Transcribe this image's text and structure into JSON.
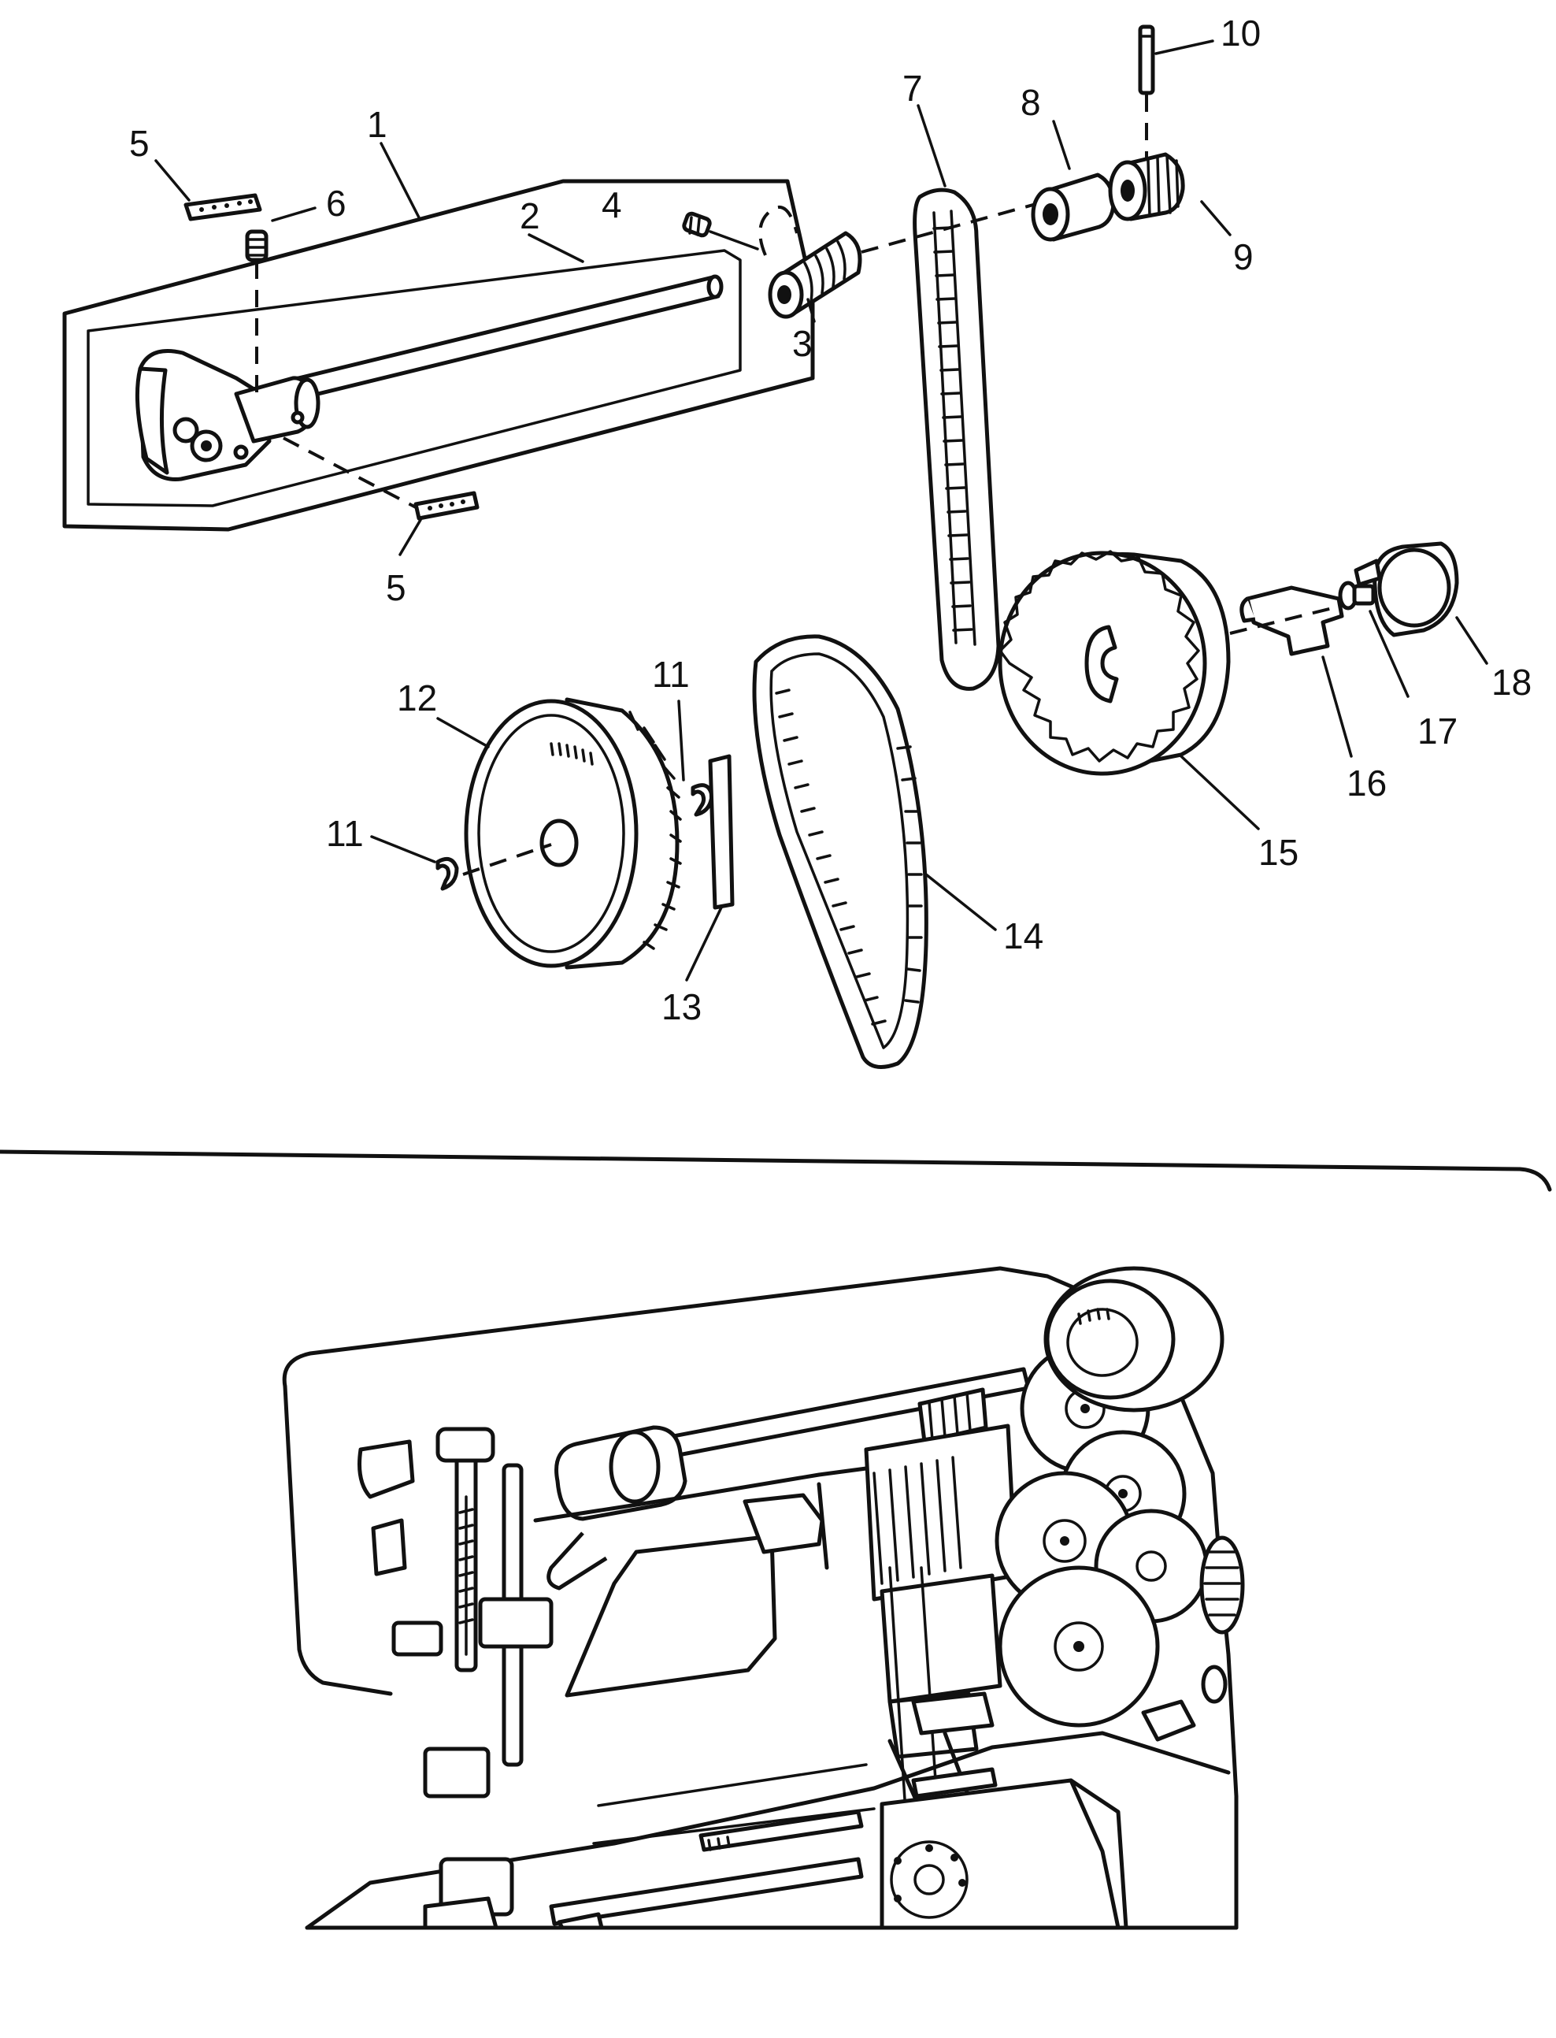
{
  "callouts": [
    {
      "id": "c1",
      "text": "1"
    },
    {
      "id": "c2",
      "text": "2"
    },
    {
      "id": "c3",
      "text": "3"
    },
    {
      "id": "c4",
      "text": "4"
    },
    {
      "id": "c5a",
      "text": "5"
    },
    {
      "id": "c5b",
      "text": "5"
    },
    {
      "id": "c6",
      "text": "6"
    },
    {
      "id": "c7",
      "text": "7"
    },
    {
      "id": "c8",
      "text": "8"
    },
    {
      "id": "c9",
      "text": "9"
    },
    {
      "id": "c10",
      "text": "10"
    },
    {
      "id": "c11a",
      "text": "11"
    },
    {
      "id": "c11b",
      "text": "11"
    },
    {
      "id": "c12",
      "text": "12"
    },
    {
      "id": "c13",
      "text": "13"
    },
    {
      "id": "c14",
      "text": "14"
    },
    {
      "id": "c15",
      "text": "15"
    },
    {
      "id": "c16",
      "text": "16"
    },
    {
      "id": "c17",
      "text": "17"
    },
    {
      "id": "c18",
      "text": "18"
    }
  ]
}
